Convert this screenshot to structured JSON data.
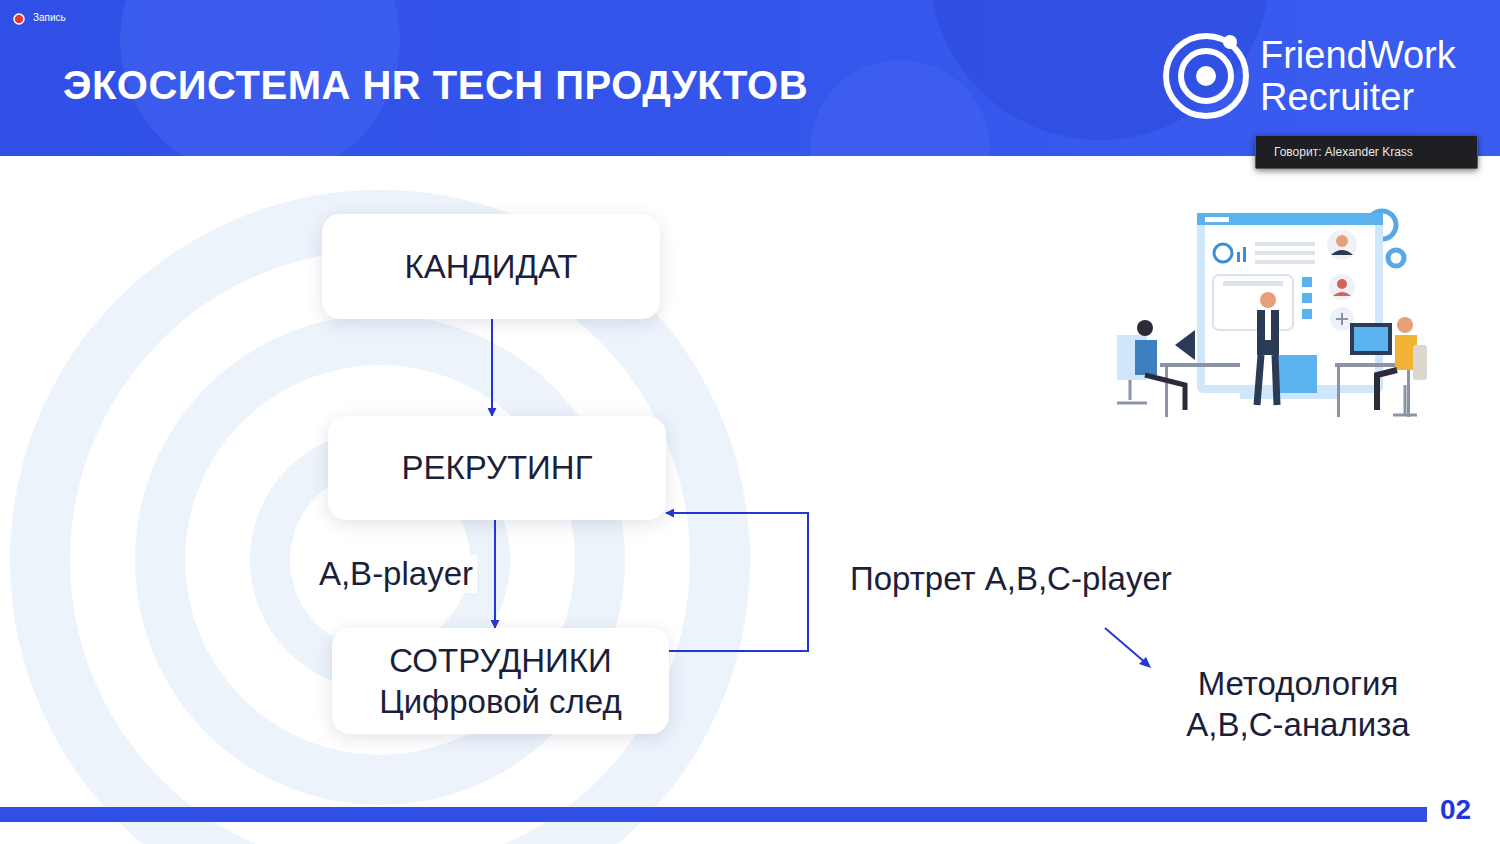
{
  "diagram": {
    "title": "ЭКОСИСТЕМА HR TECH ПРОДУКТОВ",
    "nodes": [
      {
        "text": [
          "Говорит: Alexander Krass"
        ]
      },
      {
        "text": [
          "КАНДИДАТ"
        ]
      },
      {
        "text": [
          "РЕКРУТИНГ"
        ]
      },
      {
        "text": [
          "СОТРУДНИКИ",
          "Цифровой след"
        ]
      }
    ],
    "edges": [
      {
        "from": 1,
        "to": 2,
        "arrow": "to"
      },
      {
        "from": 2,
        "to": 3,
        "arrow": "to",
        "label": "A,B-player"
      },
      {
        "from": 3,
        "to": 2,
        "arrow": "to"
      }
    ],
    "labels": [
      "Запись",
      "FriendWork",
      "Recruiter",
      "Портрет A,B,C-player",
      "Методология A,B,C-анализа",
      "02"
    ]
  }
}
